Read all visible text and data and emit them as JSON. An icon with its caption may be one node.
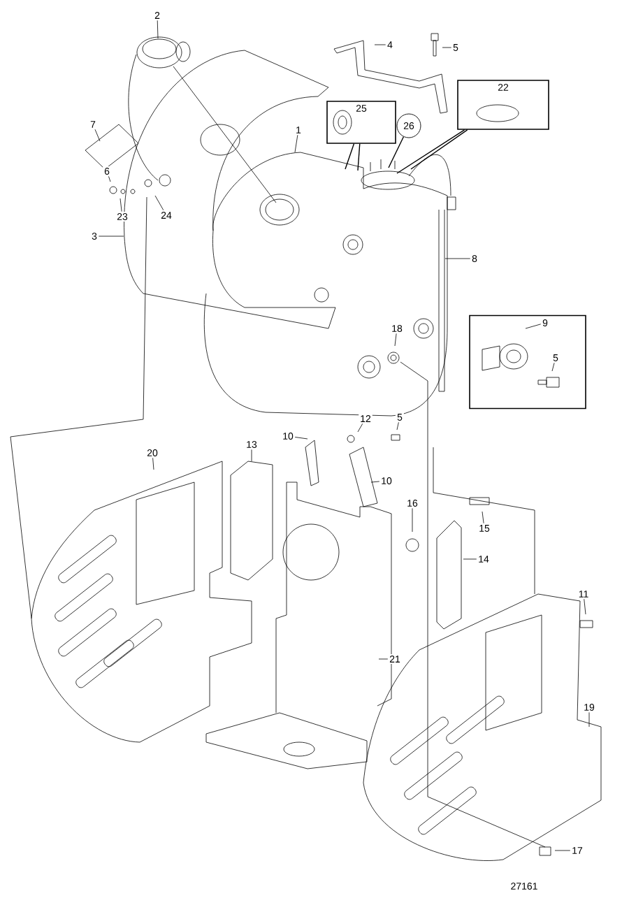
{
  "diagram": {
    "nodes": [
      {
        "text": [
          "1"
        ]
      },
      {
        "text": [
          "2"
        ]
      },
      {
        "text": [
          "3"
        ]
      },
      {
        "text": [
          "4"
        ]
      },
      {
        "text": [
          "5"
        ]
      },
      {
        "text": [
          "22"
        ]
      },
      {
        "text": [
          "25"
        ]
      },
      {
        "text": [
          "26"
        ]
      },
      {
        "text": [
          "7"
        ]
      },
      {
        "text": [
          "6"
        ]
      },
      {
        "text": [
          "23"
        ]
      },
      {
        "text": [
          "24"
        ]
      },
      {
        "text": [
          "8"
        ]
      },
      {
        "text": [],
        "shape": "box"
      },
      {
        "text": [
          "9"
        ],
        "in": 13
      },
      {
        "text": [
          "5"
        ],
        "in": 13
      },
      {
        "text": [
          "18"
        ]
      },
      {
        "text": [
          "10"
        ]
      },
      {
        "text": [
          "12"
        ]
      },
      {
        "text": [
          "5"
        ]
      },
      {
        "text": [
          "13"
        ]
      },
      {
        "text": [
          "20"
        ]
      },
      {
        "text": [
          "10"
        ]
      },
      {
        "text": [
          "16"
        ]
      },
      {
        "text": [
          "15"
        ]
      },
      {
        "text": [
          "14"
        ]
      },
      {
        "text": [
          "11"
        ]
      },
      {
        "text": [
          "21"
        ]
      },
      {
        "text": [
          "19"
        ]
      },
      {
        "text": [
          "17"
        ]
      }
    ],
    "edges": [
      {
        "from": 0,
        "to": null,
        "arrow": "none"
      },
      {
        "from": 1,
        "to": null,
        "arrow": "none"
      },
      {
        "from": 2,
        "to": null,
        "arrow": "none"
      },
      {
        "from": 3,
        "to": null,
        "arrow": "none"
      },
      {
        "from": 4,
        "to": null,
        "arrow": "none"
      },
      {
        "from": 5,
        "to": null,
        "arrow": "none"
      },
      {
        "from": 5,
        "to": null,
        "arrow": "none"
      },
      {
        "from": 6,
        "to": null,
        "arrow": "none"
      },
      {
        "from": 6,
        "to": null,
        "arrow": "none"
      },
      {
        "from": 7,
        "to": null,
        "arrow": "none"
      },
      {
        "from": 8,
        "to": null,
        "arrow": "none"
      },
      {
        "from": 9,
        "to": null,
        "arrow": "none"
      },
      {
        "from": 10,
        "to": null,
        "arrow": "none"
      },
      {
        "from": 11,
        "to": null,
        "arrow": "none"
      },
      {
        "from": 12,
        "to": null,
        "arrow": "none"
      },
      {
        "from": 14,
        "to": null,
        "arrow": "none"
      },
      {
        "from": 15,
        "to": null,
        "arrow": "none"
      },
      {
        "from": 16,
        "to": null,
        "arrow": "none"
      },
      {
        "from": 17,
        "to": null,
        "arrow": "none"
      },
      {
        "from": 18,
        "to": null,
        "arrow": "none"
      },
      {
        "from": 19,
        "to": null,
        "arrow": "none"
      },
      {
        "from": 20,
        "to": null,
        "arrow": "none"
      },
      {
        "from": 21,
        "to": null,
        "arrow": "none"
      },
      {
        "from": 22,
        "to": null,
        "arrow": "none"
      },
      {
        "from": 23,
        "to": null,
        "arrow": "none"
      },
      {
        "from": 24,
        "to": null,
        "arrow": "none"
      },
      {
        "from": 25,
        "to": null,
        "arrow": "none"
      },
      {
        "from": 26,
        "to": null,
        "arrow": "none"
      },
      {
        "from": 27,
        "to": null,
        "arrow": "none"
      },
      {
        "from": 28,
        "to": null,
        "arrow": "none"
      },
      {
        "from": 29,
        "to": null,
        "arrow": "none"
      }
    ],
    "labels": [
      "27161"
    ]
  }
}
